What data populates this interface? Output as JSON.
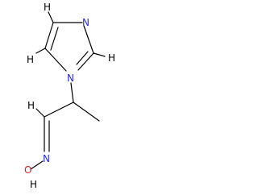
{
  "molecule": {
    "atoms": {
      "h_c4": "H",
      "h_c2": "H",
      "n_ring_3": "N",
      "h_c5": "H",
      "n_ring_1": "N",
      "h_ch": "H",
      "n_oxime": "N",
      "o_oxime": "O",
      "h_o": "H"
    },
    "colors": {
      "bond": "#000000",
      "hydrogen": "#000000",
      "nitrogen": "#2a2ae0",
      "oxygen": "#e02020"
    }
  }
}
